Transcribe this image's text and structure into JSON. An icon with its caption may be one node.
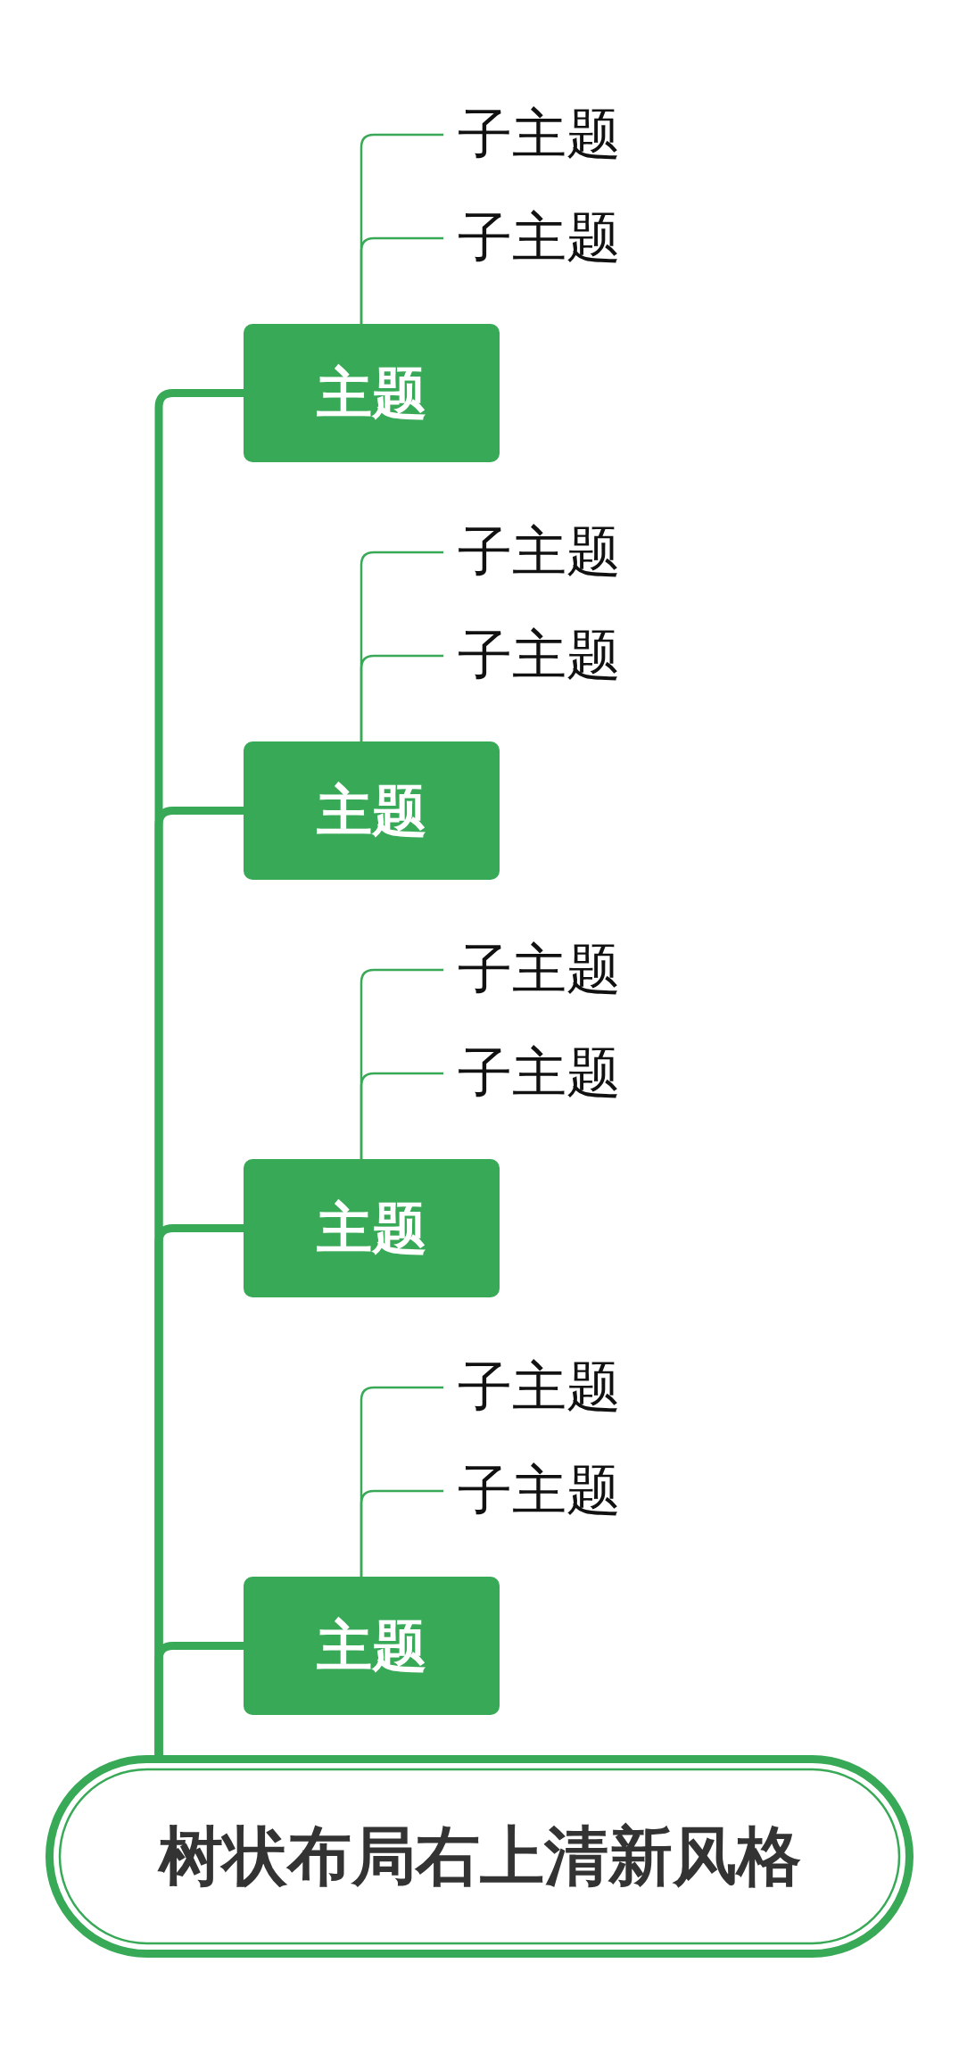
{
  "diagram": {
    "nodes": [
      {
        "text": [
          "子主题"
        ]
      },
      {
        "text": [
          "子主题"
        ]
      },
      {
        "text": [
          "主题"
        ]
      },
      {
        "text": [
          "子主题"
        ]
      },
      {
        "text": [
          "子主题"
        ]
      },
      {
        "text": [
          "主题"
        ]
      },
      {
        "text": [
          "子主题"
        ]
      },
      {
        "text": [
          "子主题"
        ]
      },
      {
        "text": [
          "主题"
        ]
      },
      {
        "text": [
          "子主题"
        ]
      },
      {
        "text": [
          "子主题"
        ]
      },
      {
        "text": [
          "主题"
        ]
      },
      {
        "text": [
          "树状布局右上清新风格"
        ]
      }
    ],
    "edges": [
      {
        "from": 12,
        "to": 2,
        "arrow": "none",
        "style": "thick"
      },
      {
        "from": 12,
        "to": 5,
        "arrow": "none",
        "style": "thick"
      },
      {
        "from": 12,
        "to": 8,
        "arrow": "none",
        "style": "thick"
      },
      {
        "from": 12,
        "to": 11,
        "arrow": "none",
        "style": "thick"
      },
      {
        "from": 2,
        "to": 0,
        "arrow": "none"
      },
      {
        "from": 2,
        "to": 1,
        "arrow": "none"
      },
      {
        "from": 5,
        "to": 3,
        "arrow": "none"
      },
      {
        "from": 5,
        "to": 4,
        "arrow": "none"
      },
      {
        "from": 8,
        "to": 6,
        "arrow": "none"
      },
      {
        "from": 8,
        "to": 7,
        "arrow": "none"
      },
      {
        "from": 11,
        "to": 9,
        "arrow": "none"
      },
      {
        "from": 11,
        "to": 10,
        "arrow": "none"
      }
    ]
  }
}
